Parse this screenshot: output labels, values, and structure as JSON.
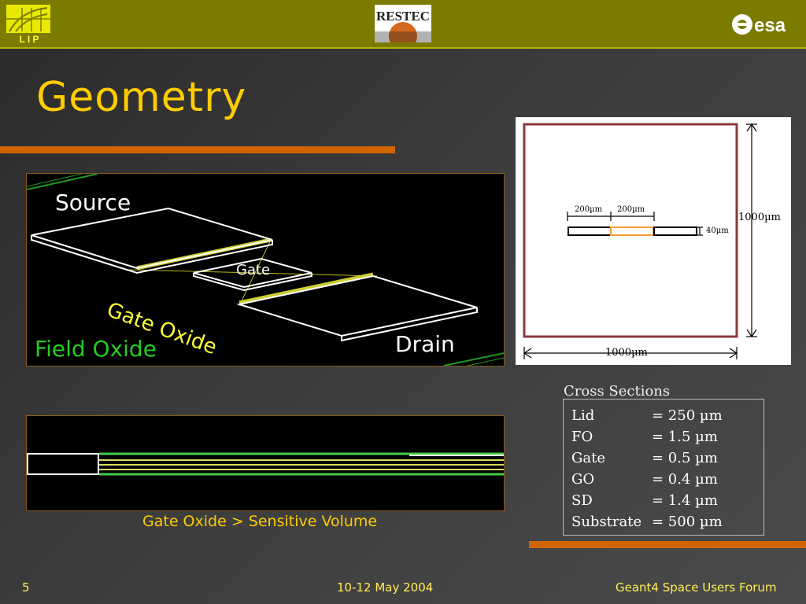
{
  "header": {
    "lip_logo_text": "L I P",
    "restec_logo_text": "RESTEC",
    "esa_logo_text": "esa"
  },
  "title": "Geometry",
  "diagram_3d": {
    "labels": {
      "source": "Source",
      "gate": "Gate",
      "gate_oxide": "Gate Oxide",
      "drain": "Drain",
      "field_oxide": "Field Oxide"
    },
    "colors": {
      "outline": "#ffffff",
      "gate_oxide": "#cccc33",
      "field_oxide": "#22cc22"
    }
  },
  "cross_section_diagram": {
    "width_label": "1000µm",
    "height_label": "1000µm",
    "seg1_label": "200µm",
    "seg2_label": "200µm",
    "thickness_label": "40µm",
    "colors": {
      "frame": "#8b3a3a",
      "sensitive": "#f2a030"
    }
  },
  "caption": "Gate Oxide > Sensitive Volume",
  "cross_sections": {
    "title": "Cross Sections",
    "rows": [
      {
        "name": "Lid",
        "value": "= 250 µm"
      },
      {
        "name": "FO",
        "value": "=  1.5 µm"
      },
      {
        "name": "Gate",
        "value": "=  0.5 µm"
      },
      {
        "name": "GO",
        "value": "=  0.4 µm"
      },
      {
        "name": "SD",
        "value": "=  1.4 µm"
      },
      {
        "name": "Substrate",
        "value": "= 500 µm"
      }
    ]
  },
  "footer": {
    "page": "5",
    "date": "10-12 May 2004",
    "event": "Geant4 Space Users Forum"
  }
}
